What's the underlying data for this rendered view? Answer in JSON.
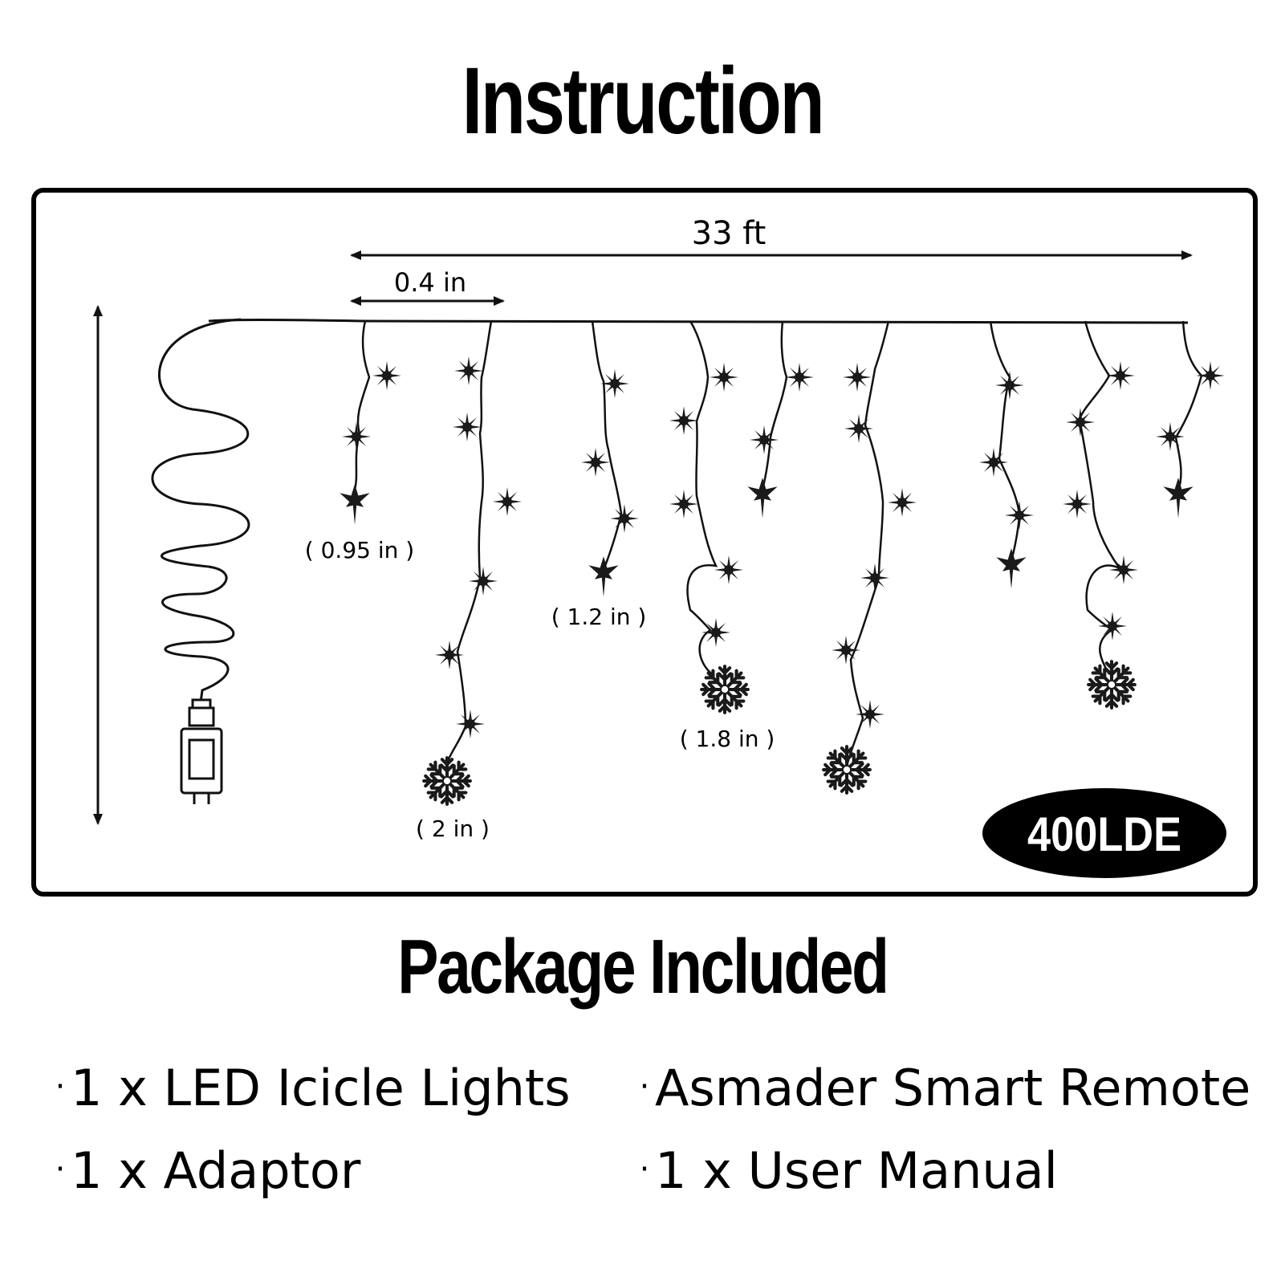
{
  "title": "Instruction",
  "diagram": {
    "length_label": "33 ft",
    "spacing_label": "0.4 in",
    "sizes": {
      "star_small": "( 0.95 in )",
      "star_large": "( 1.2 in )",
      "snowflake_medium": "( 1.8 in )",
      "snowflake_large": "( 2 in )"
    },
    "model_badge": "400LDE",
    "colors": {
      "line": "#111111",
      "badge_bg": "#000000",
      "badge_text": "#ffffff"
    }
  },
  "package": {
    "title": "Package Included",
    "bullet": "·",
    "items": [
      "1 x LED Icicle Lights",
      "Asmader Smart Remote",
      "1 x Adaptor",
      "1 x User Manual"
    ]
  }
}
